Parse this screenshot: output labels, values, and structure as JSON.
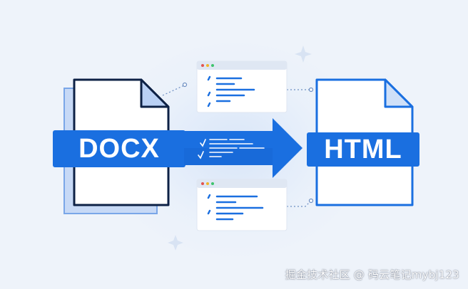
{
  "source_format": "DOCX",
  "target_format": "HTML",
  "watermark": "掘金技术社区 @ 码云笔记mybj123",
  "colors": {
    "background": "#eef3fa",
    "primary_blue": "#1a6fe0",
    "dark_navy": "#0d2145",
    "light_blue": "#c7d9f6"
  },
  "icons": [
    "docx-file-icon",
    "html-file-icon",
    "right-arrow-icon",
    "code-window-icon",
    "sparkle-icon"
  ]
}
